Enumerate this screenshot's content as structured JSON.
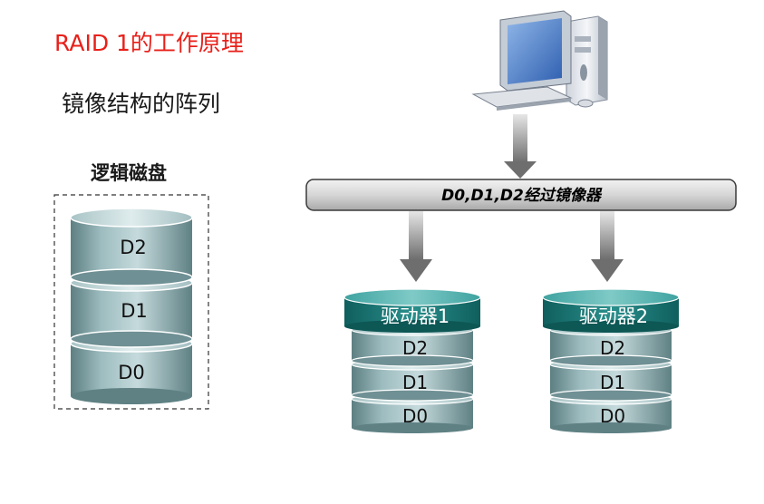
{
  "title": "RAID 1的工作原理",
  "subtitle": "镜像结构的阵列",
  "logical_disk": {
    "label": "逻辑磁盘",
    "layers": [
      "D2",
      "D1",
      "D0"
    ]
  },
  "bus": {
    "label": "D0,D1,D2经过镜像器"
  },
  "drives": [
    {
      "label": "驱动器1",
      "layers": [
        "D2",
        "D1",
        "D0"
      ]
    },
    {
      "label": "驱动器2",
      "layers": [
        "D2",
        "D1",
        "D0"
      ]
    }
  ],
  "colors": {
    "title": "#e8201a",
    "drive_head": "#1f7f7d",
    "disk_body": "#8fb0b3",
    "bus": "#cfcfcf",
    "arrow": "#6e6e6e"
  },
  "icons": {
    "computer": "desktop-computer-icon"
  }
}
